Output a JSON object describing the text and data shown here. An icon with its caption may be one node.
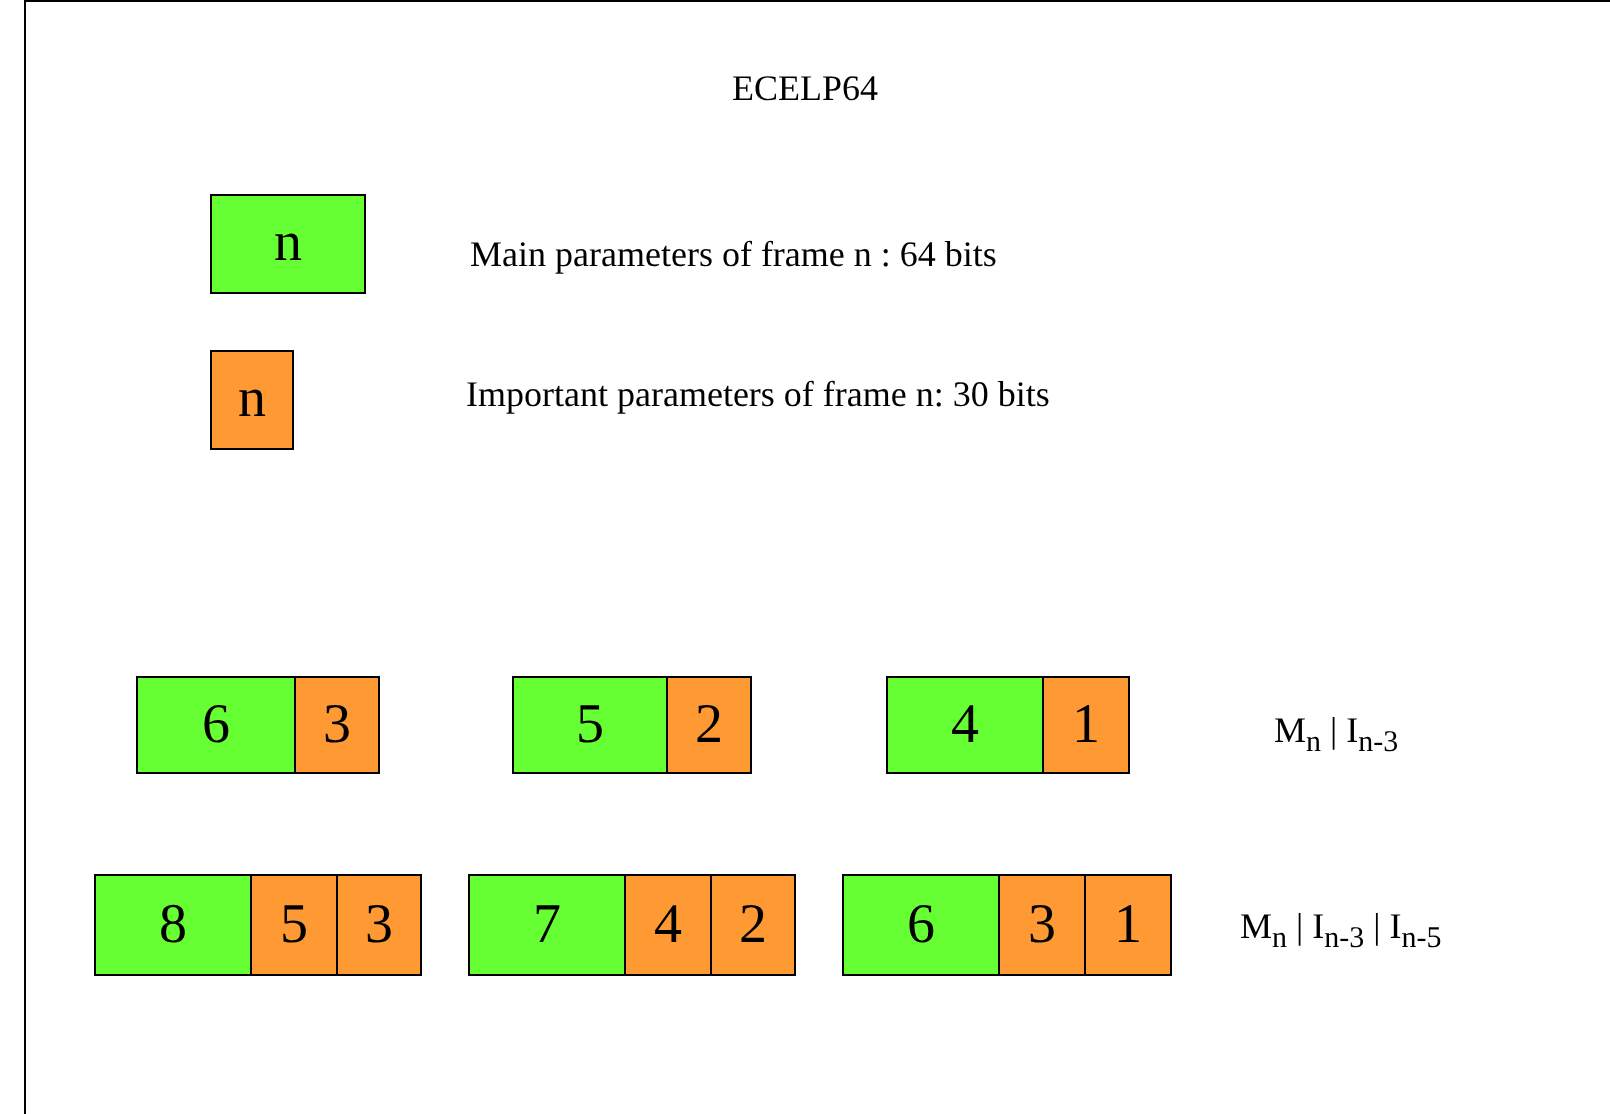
{
  "diagram": {
    "title": "ECELP64",
    "nodes": [
      {
        "text": [
          "n"
        ]
      },
      {
        "text": [
          "n"
        ]
      },
      {
        "text": [
          "6"
        ]
      },
      {
        "text": [
          "3"
        ]
      },
      {
        "text": [
          "5"
        ]
      },
      {
        "text": [
          "2"
        ]
      },
      {
        "text": [
          "4"
        ]
      },
      {
        "text": [
          "1"
        ]
      },
      {
        "text": [
          "8"
        ]
      },
      {
        "text": [
          "5"
        ]
      },
      {
        "text": [
          "3"
        ]
      },
      {
        "text": [
          "7"
        ]
      },
      {
        "text": [
          "4"
        ]
      },
      {
        "text": [
          "2"
        ]
      },
      {
        "text": [
          "6"
        ]
      },
      {
        "text": [
          "3"
        ]
      },
      {
        "text": [
          "1"
        ]
      }
    ],
    "labels": [
      "Main parameters of frame n : 64 bits",
      "Important parameters of frame n: 30 bits",
      "M$_{n}$ | I$_{n-3}$",
      "M$_{n}$ | I$_{n-3}$ | I$_{n-5}$"
    ]
  }
}
